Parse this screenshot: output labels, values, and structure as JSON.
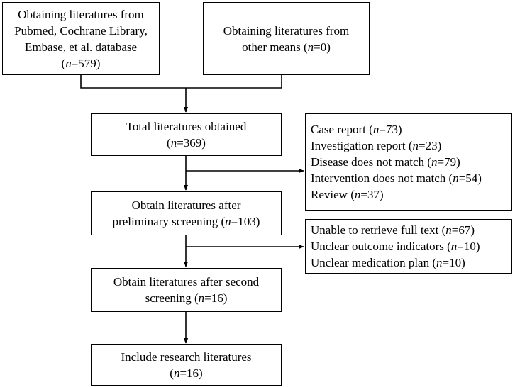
{
  "boxes": {
    "source_db": {
      "lines": [
        "Obtaining literatures from",
        "Pubmed, Cochrane Library,",
        "Embase, et al. database"
      ],
      "count": "(n=579)"
    },
    "source_other": {
      "lines": [
        "Obtaining literatures from",
        "other means (n=0)"
      ]
    },
    "total": {
      "lines": [
        "Total literatures obtained",
        "(n=369)"
      ]
    },
    "excl1": {
      "lines": [
        "Case report (n=73)",
        "Investigation report (n=23)",
        "Disease does not match (n=79)",
        "Intervention does not match (n=54)",
        "Review (n=37)"
      ]
    },
    "prelim": {
      "lines": [
        "Obtain literatures after",
        "preliminary screening (n=103)"
      ]
    },
    "excl2": {
      "lines": [
        "Unable to retrieve full text (n=67)",
        "Unclear outcome indicators (n=10)",
        "Unclear medication plan (n=10)"
      ]
    },
    "second": {
      "lines": [
        "Obtain literatures after second",
        "screening (n=16)"
      ]
    },
    "include": {
      "lines": [
        "Include research literatures",
        "(n=16)"
      ]
    }
  }
}
